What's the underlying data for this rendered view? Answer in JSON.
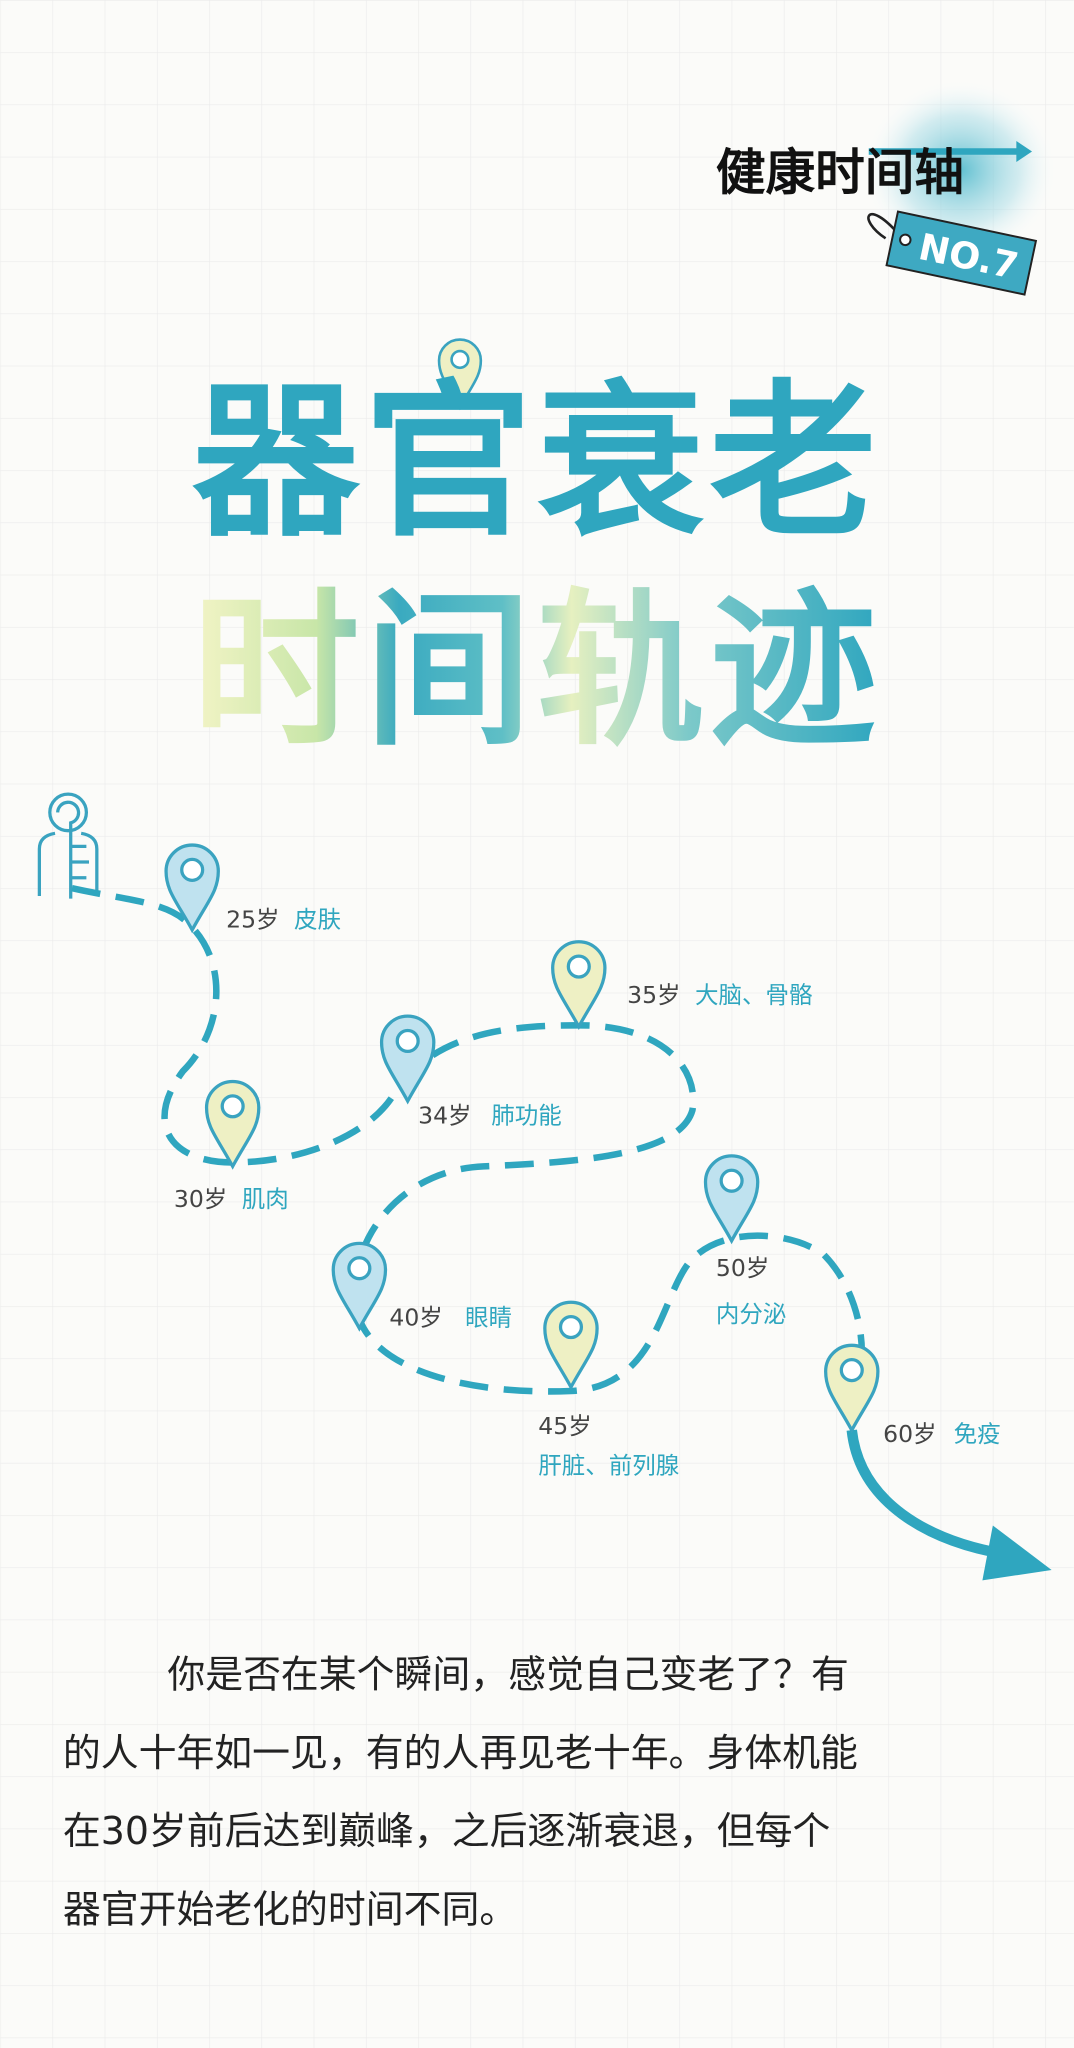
{
  "header": {
    "series_title": "健康时间轴",
    "tag": "NO.7"
  },
  "title": {
    "line1": "器官衰老",
    "line2": "时间轨迹"
  },
  "timeline": [
    {
      "age": "25岁",
      "organ": "皮肤",
      "pin": "blue"
    },
    {
      "age": "30岁",
      "organ": "肌肉",
      "pin": "yellow"
    },
    {
      "age": "34岁",
      "organ": "肺功能",
      "pin": "blue"
    },
    {
      "age": "35岁",
      "organ": "大脑、骨骼",
      "pin": "yellow"
    },
    {
      "age": "40岁",
      "organ": "眼睛",
      "pin": "blue"
    },
    {
      "age": "45岁",
      "organ": "肝脏、前列腺",
      "pin": "yellow"
    },
    {
      "age": "50岁",
      "organ": "内分泌",
      "pin": "blue"
    },
    {
      "age": "60岁",
      "organ": "免疫",
      "pin": "yellow"
    }
  ],
  "paragraph": [
    "你是否在某个瞬间，感觉自己变老了？有",
    "的人十年如一见，有的人再见老十年。身体机能",
    "在30岁前后达到巅峰，之后逐渐衰退，但每个",
    "器官开始老化的时间不同。"
  ],
  "colors": {
    "teal": "#2fa6bf",
    "pin_blue": "#bfe2ef",
    "pin_yellow": "#eef0c4",
    "text_dark": "#333333",
    "grid": "#ebebeb"
  }
}
